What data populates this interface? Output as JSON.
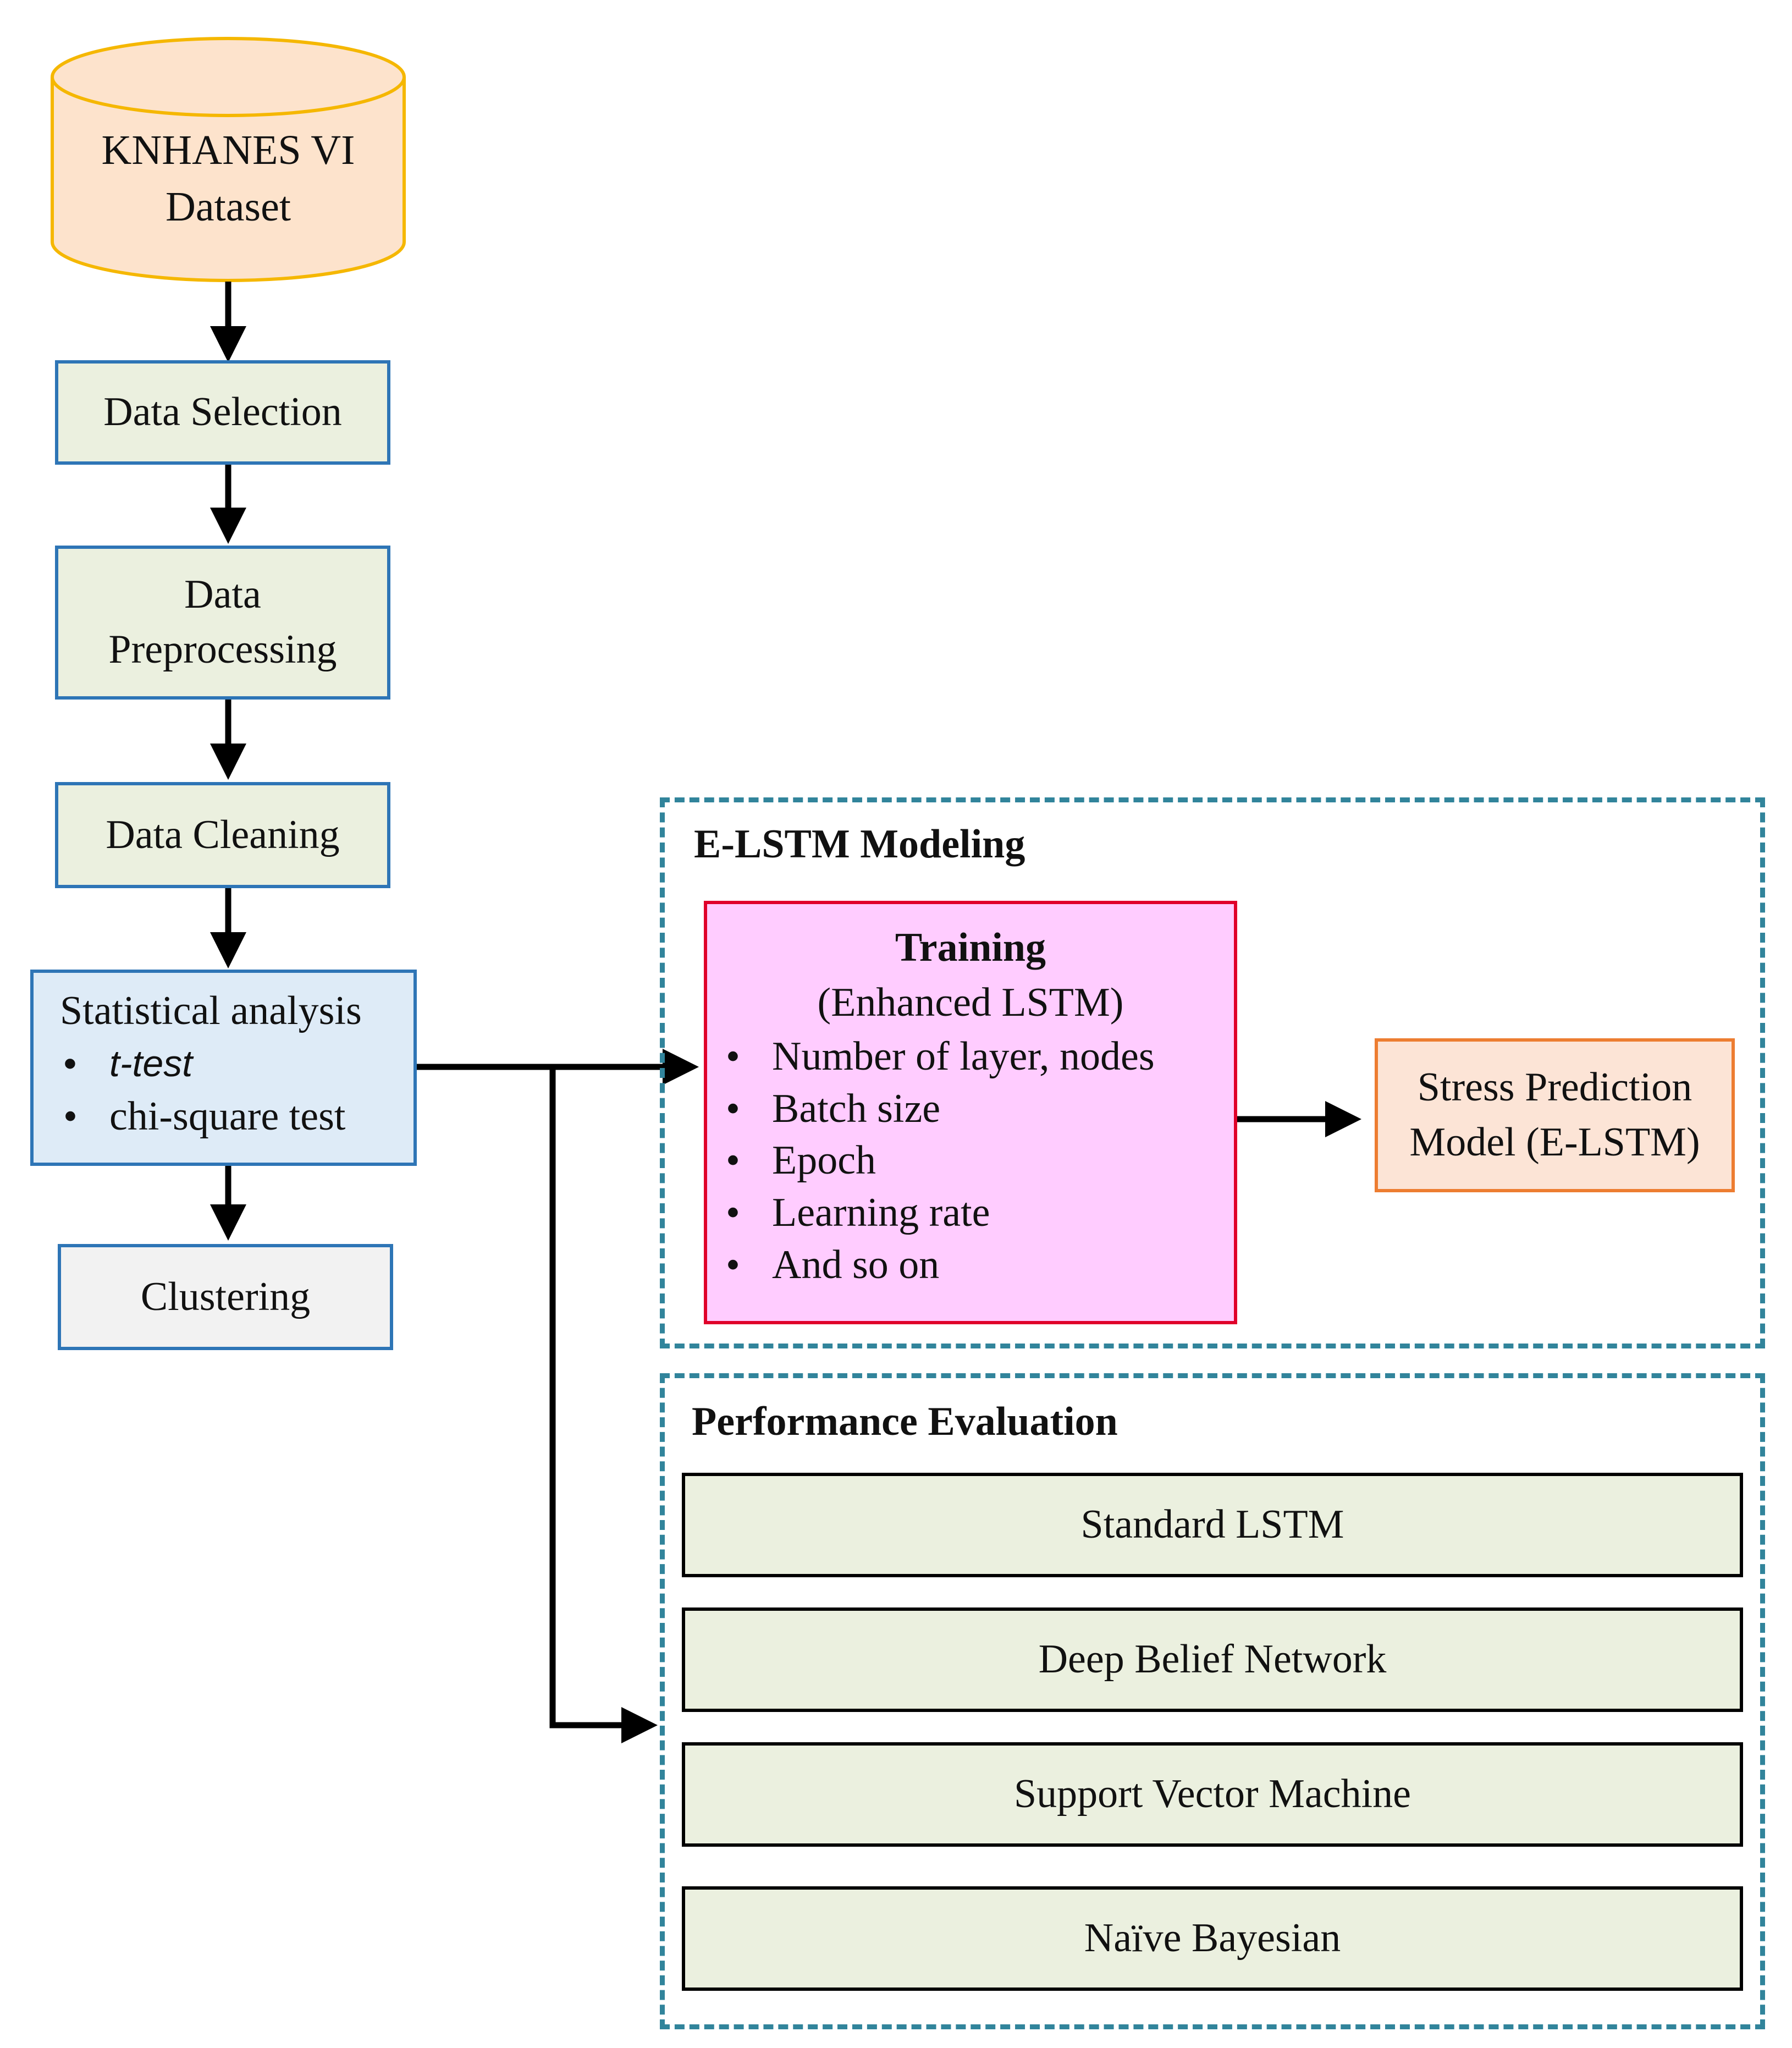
{
  "dataset": {
    "line1": "KNHANES VI",
    "line2": "Dataset"
  },
  "steps": {
    "data_selection": "Data Selection",
    "data_preprocessing_line1": "Data",
    "data_preprocessing_line2": "Preprocessing",
    "data_cleaning": "Data Cleaning",
    "clustering": "Clustering"
  },
  "statistical_analysis": {
    "title": "Statistical analysis",
    "items": [
      "t-test",
      "chi-square test"
    ]
  },
  "elstm_group": {
    "title": "E-LSTM Modeling",
    "training": {
      "title": "Training",
      "subtitle": "(Enhanced LSTM)",
      "items": [
        "Number of layer, nodes",
        "Batch size",
        "Epoch",
        "Learning rate",
        "And so on"
      ]
    },
    "output": {
      "line1": "Stress Prediction",
      "line2": "Model (E-LSTM)"
    }
  },
  "evaluation_group": {
    "title": "Performance Evaluation",
    "models": [
      "Standard LSTM",
      "Deep Belief Network",
      "Support Vector Machine",
      "Naïve Bayesian"
    ]
  },
  "colors": {
    "flow_fill": "#ebf0df",
    "flow_border": "#2e75b6",
    "dataset_fill": "#fde3cc",
    "dataset_border": "#f5b700",
    "stat_fill": "#deebf7",
    "training_fill": "#ffccff",
    "training_border": "#e0002a",
    "stress_fill": "#fce4d6",
    "stress_border": "#ed7d31",
    "group_border": "#31849b"
  }
}
